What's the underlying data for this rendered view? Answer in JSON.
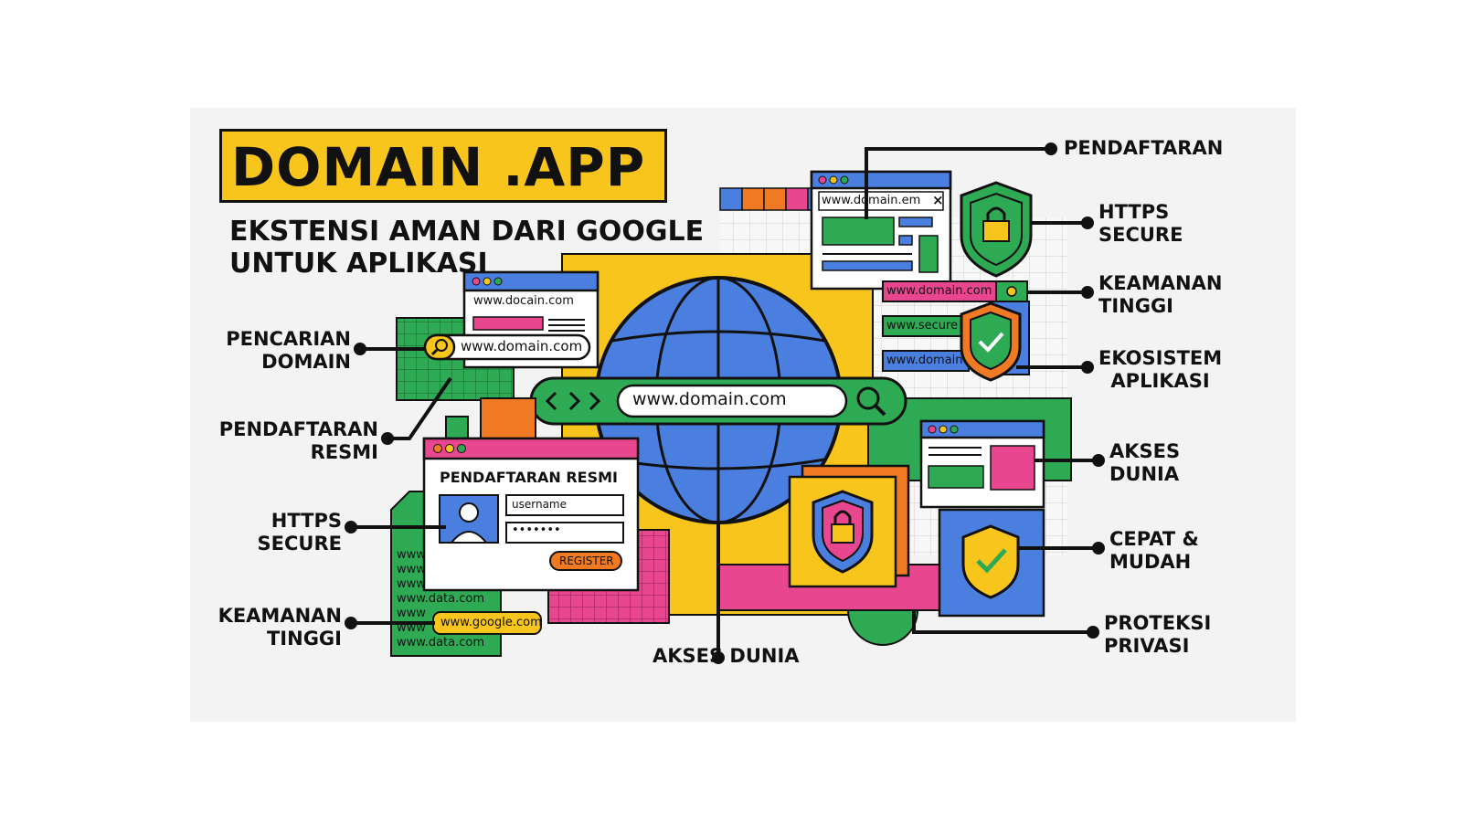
{
  "header": {
    "title": "DOMAIN .APP",
    "subtitle_line1": "EKSTENSI AMAN DARI GOOGLE",
    "subtitle_line2": "UNTUK APLIKASI"
  },
  "left_labels": [
    {
      "line1": "PENCARIAN",
      "line2": "DOMAIN"
    },
    {
      "line1": "PENDAFTARAN",
      "line2": "RESMI"
    },
    {
      "line1": "HTTPS",
      "line2": "SECURE"
    },
    {
      "line1": "KEAMANAN",
      "line2": "TINGGI"
    }
  ],
  "right_labels": [
    {
      "line1": "PENDAFTARAN",
      "line2": ""
    },
    {
      "line1": "HTTPS",
      "line2": "SECURE"
    },
    {
      "line1": "KEAMANAN",
      "line2": "TINGGI"
    },
    {
      "line1": "EKOSISTEM",
      "line2": "APLIKASI"
    },
    {
      "line1": "AKSES",
      "line2": "DUNIA"
    },
    {
      "line1": "CEPAT &",
      "line2": "MUDAH"
    },
    {
      "line1": "PROTEKSI",
      "line2": "PRIVASI"
    }
  ],
  "bottom_label": "AKSES DUNIA",
  "browser_search": {
    "url_top": "www.docain.com",
    "url_search": "www.domain.com"
  },
  "main_bar": {
    "url": "www.domain.com"
  },
  "register_window": {
    "title": "PENDAFTARAN RESMI",
    "username": "username",
    "password": "•••••••",
    "button": "REGISTER"
  },
  "top_right_window": {
    "url": "www.domain.em",
    "close": "×"
  },
  "tags": {
    "pink": "www.domain.com",
    "green": "www.secure",
    "blue": "www.domain"
  },
  "data_list": {
    "rows": [
      "www",
      "www",
      "www",
      "www.data.com",
      "www",
      "www",
      "www.data.com"
    ],
    "google": "www.google.com"
  },
  "colors": {
    "yellow": "#f8c51c",
    "blue": "#4a7fe0",
    "green": "#2eaa55",
    "pink": "#e8468f",
    "orange": "#f07a24",
    "dark": "#111111"
  }
}
